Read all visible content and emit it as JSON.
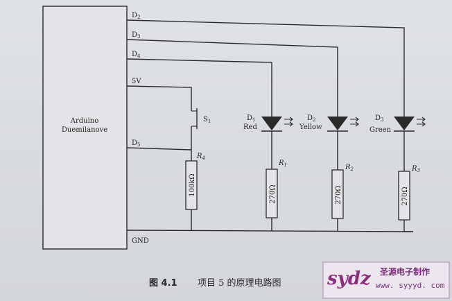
{
  "board": {
    "line1": "Arduino",
    "line2": "Duemilanove"
  },
  "pins": {
    "d2": "D",
    "d2_sub": "2",
    "d3": "D",
    "d3_sub": "3",
    "d4": "D",
    "d4_sub": "4",
    "v5": "5V",
    "d5": "D",
    "d5_sub": "5",
    "gnd": "GND"
  },
  "switch": {
    "name": "S",
    "sub": "1"
  },
  "resistor_r4": {
    "name": "R",
    "sub": "4",
    "value": "100kΩ"
  },
  "leds": [
    {
      "name": "D",
      "sub": "1",
      "color_label": "Red",
      "res_name": "R",
      "res_sub": "1",
      "res_value": "270Ω"
    },
    {
      "name": "D",
      "sub": "2",
      "color_label": "Yellow",
      "res_name": "R",
      "res_sub": "2",
      "res_value": "270Ω"
    },
    {
      "name": "D",
      "sub": "3",
      "color_label": "Green",
      "res_name": "R",
      "res_sub": "3",
      "res_value": "270Ω"
    }
  ],
  "caption": {
    "figure": "图 4.1",
    "text": "项目 5 的原理电路图"
  },
  "watermark": {
    "logo": "sydz",
    "name": "圣源电子制作",
    "url": "www. syyyd. com"
  },
  "colors": {
    "ink": "#2a2a2a",
    "paper": "#dcdfe3",
    "watermark": "#8b2f7c"
  }
}
